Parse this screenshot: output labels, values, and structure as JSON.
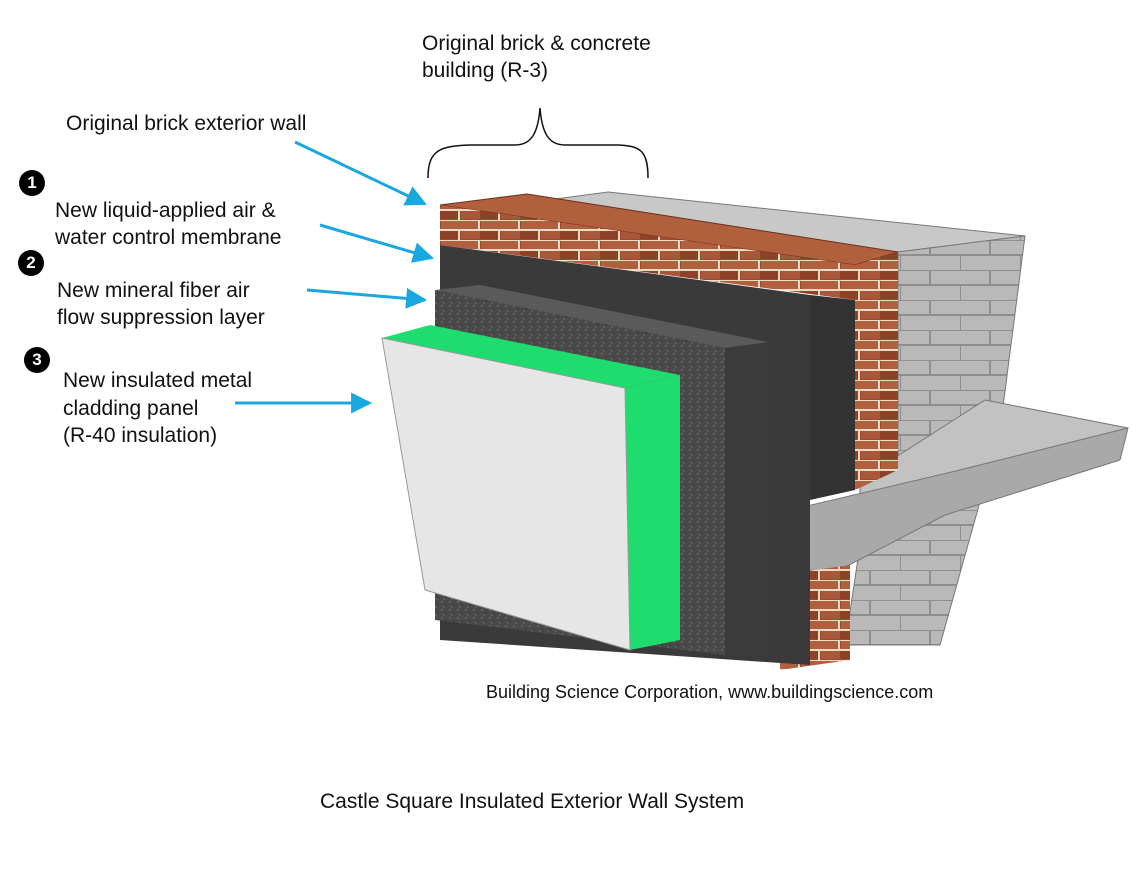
{
  "labels": {
    "bracket": [
      "Original brick & concrete",
      "building (R-3)"
    ],
    "brick_wall": "Original brick exterior wall",
    "membrane": [
      "New liquid-applied air &",
      "water control membrane"
    ],
    "mineral": [
      "New mineral fiber air",
      "flow suppression layer"
    ],
    "panel": [
      "New insulated metal",
      "cladding panel",
      "(R-40 insulation)"
    ]
  },
  "badges": [
    "1",
    "2",
    "3"
  ],
  "credit": "Building Science Corporation,  www.buildingscience.com",
  "caption": "Castle Square Insulated Exterior Wall System",
  "colors": {
    "arrow": "#1aa7e0",
    "brick": "#9a4a2e",
    "membrane": "#3a3a3a",
    "mineral": "#4a4a4a",
    "insulation": "#1fdc6e",
    "panel": "#e6e6e6",
    "concrete": "#b4b4b4"
  }
}
